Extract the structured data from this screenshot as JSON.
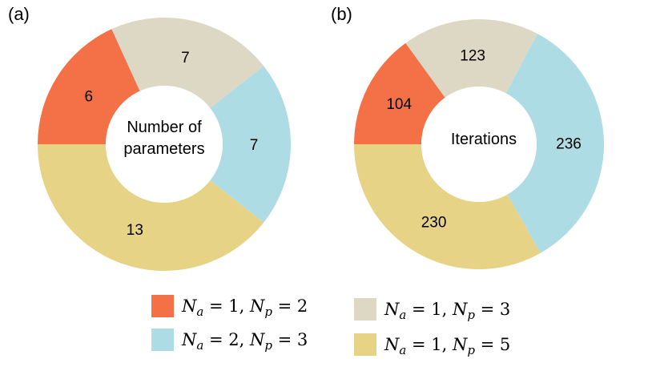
{
  "legend": [
    {
      "id": "a1p2",
      "base1": "N",
      "sub1": "a",
      "eq1": " = 1, ",
      "base2": "N",
      "sub2": "p",
      "eq2": " = 2",
      "color": "#F47147"
    },
    {
      "id": "a1p3",
      "base1": "N",
      "sub1": "a",
      "eq1": " = 1, ",
      "base2": "N",
      "sub2": "p",
      "eq2": " = 3",
      "color": "#DDD8C4"
    },
    {
      "id": "a2p3",
      "base1": "N",
      "sub1": "a",
      "eq1": " = 2, ",
      "base2": "N",
      "sub2": "p",
      "eq2": " = 3",
      "color": "#AEDCE4"
    },
    {
      "id": "a1p5",
      "base1": "N",
      "sub1": "a",
      "eq1": " = 1, ",
      "base2": "N",
      "sub2": "p",
      "eq2": " = 5",
      "color": "#E6D385"
    }
  ],
  "chart_data": [
    {
      "type": "pie",
      "panel_label": "(a)",
      "center_text": [
        "Number of",
        "parameters"
      ],
      "categories": [
        "a1p2",
        "a1p3",
        "a2p3",
        "a1p5"
      ],
      "values": [
        6,
        7,
        7,
        13
      ],
      "labels": [
        "6",
        "7",
        "7",
        "13"
      ],
      "start_angle_deg": 180,
      "direction": "clockwise",
      "donut": true
    },
    {
      "type": "pie",
      "panel_label": "(b)",
      "center_text": [
        "Iterations"
      ],
      "categories": [
        "a1p2",
        "a1p3",
        "a2p3",
        "a1p5"
      ],
      "values": [
        104,
        123,
        236,
        230
      ],
      "labels": [
        "104",
        "123",
        "236",
        "230"
      ],
      "start_angle_deg": 180,
      "direction": "clockwise",
      "donut": true
    }
  ]
}
